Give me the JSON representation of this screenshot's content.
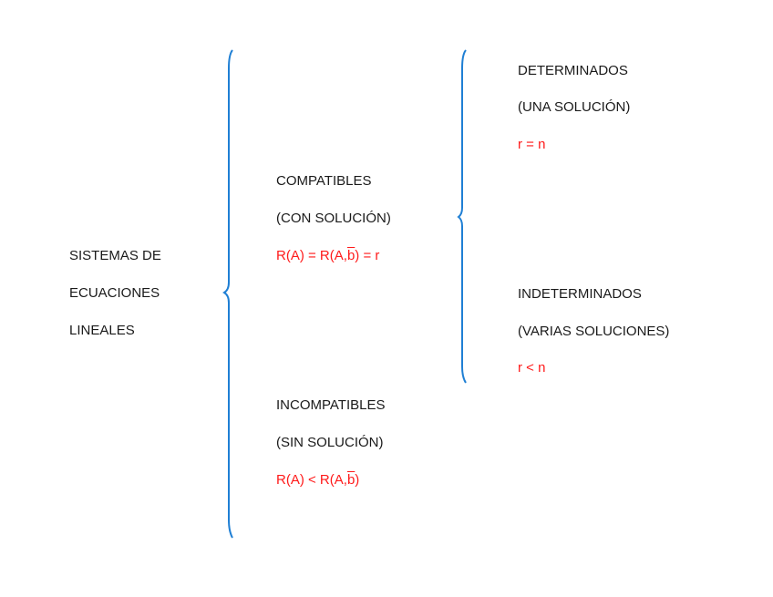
{
  "root": {
    "lines": [
      "SISTEMAS DE",
      "ECUACIONES",
      "LINEALES"
    ]
  },
  "compatibles": {
    "title": "COMPATIBLES",
    "subtitle": "(CON SOLUCIÓN)",
    "condition_prefix": "R(A) = R(A,",
    "condition_b": "b",
    "condition_suffix": ") = r"
  },
  "incompatibles": {
    "title": "INCOMPATIBLES",
    "subtitle": "(SIN SOLUCIÓN)",
    "condition_prefix": "R(A) < R(A,",
    "condition_b": "b",
    "condition_suffix": ")"
  },
  "determinados": {
    "title": "DETERMINADOS",
    "subtitle": "(UNA SOLUCIÓN)",
    "condition": "r = n"
  },
  "indeterminados": {
    "title": "INDETERMINADOS",
    "subtitle": "(VARIAS SOLUCIONES)",
    "condition": "r < n"
  },
  "colors": {
    "brace": "#1f7fd4",
    "condition": "#ff1a1a",
    "text": "#1a1a1a"
  }
}
